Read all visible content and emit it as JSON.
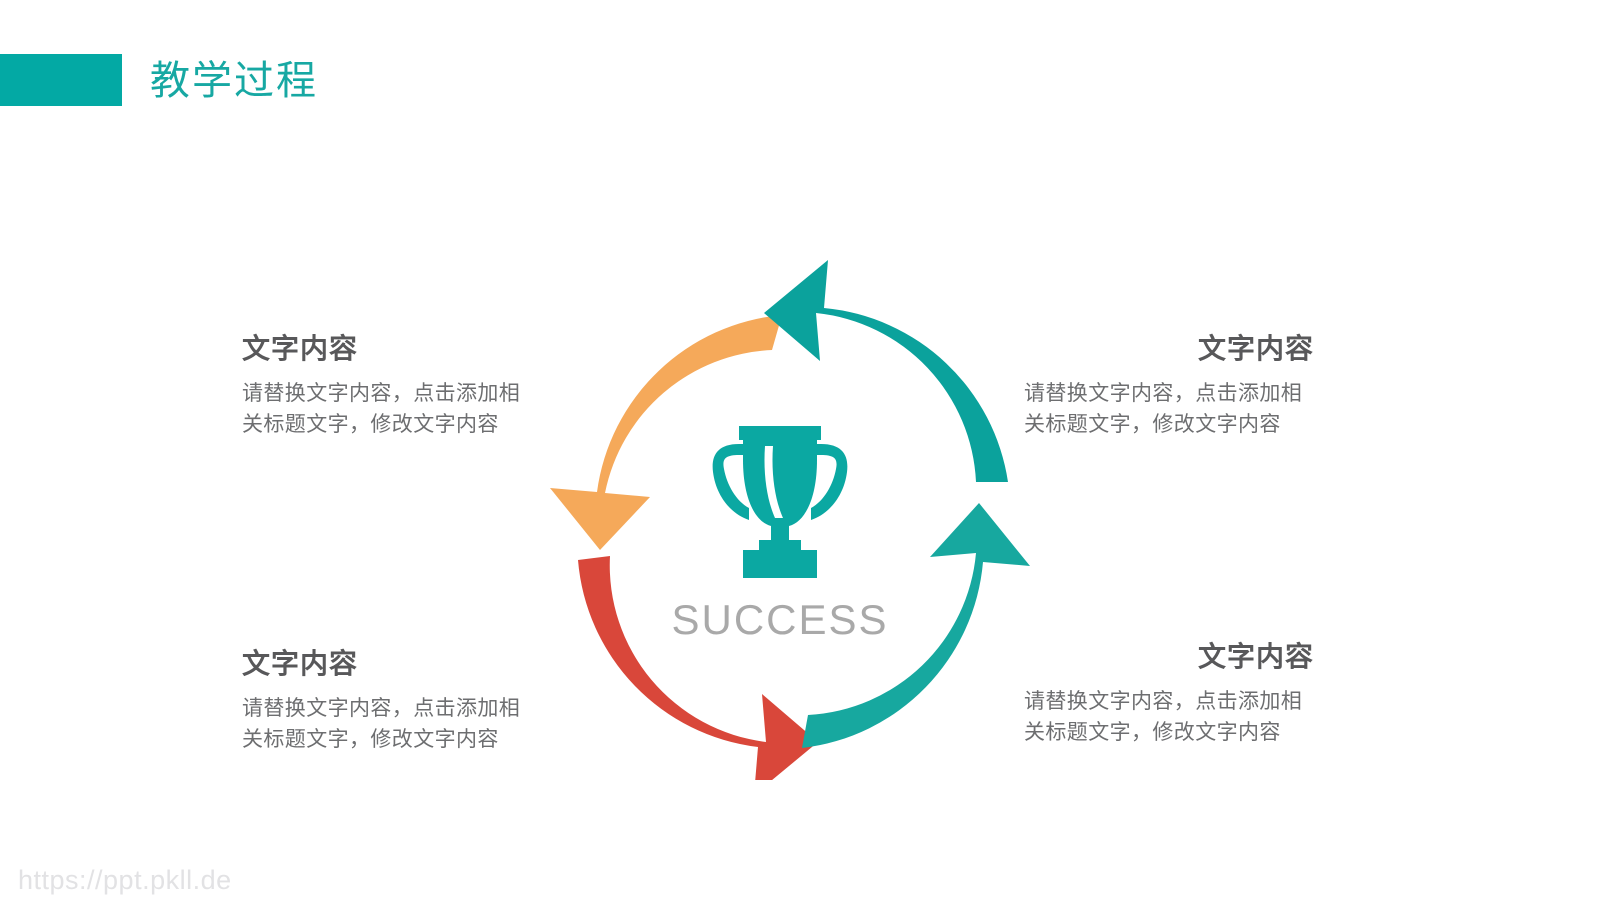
{
  "header": {
    "title": "教学过程",
    "accent_color": "#03a9a4"
  },
  "diagram": {
    "type": "cycle",
    "center_icon": "trophy-icon",
    "center_label": "SUCCESS",
    "center_label_color": "#a9a9a9",
    "trophy_color": "#0ba8a2",
    "arrows": [
      {
        "name": "arrow-top-left",
        "color": "#f4a košice"
      },
      {
        "name": "arrow-bottom-left",
        "color": "#d9473a"
      },
      {
        "name": "arrow-bottom-right",
        "color": "#17a89f"
      },
      {
        "name": "arrow-top-right",
        "color": "#0ba29c"
      }
    ],
    "arrow_colors": {
      "orange": "#f5a95a",
      "red": "#d9473a",
      "teal_bottom": "#17a89f",
      "teal_top": "#0ba29c"
    }
  },
  "blocks": {
    "top_left": {
      "heading": "文字内容",
      "body": "请替换文字内容，点击添加相关标题文字，修改文字内容"
    },
    "top_right": {
      "heading": "文字内容",
      "body": "请替换文字内容，点击添加相关标题文字，修改文字内容"
    },
    "bottom_left": {
      "heading": "文字内容",
      "body": "请替换文字内容，点击添加相关标题文字，修改文字内容"
    },
    "bottom_right": {
      "heading": "文字内容",
      "body": "请替换文字内容，点击添加相关标题文字，修改文字内容"
    }
  },
  "watermark": {
    "text": "https://ppt.pkll.de"
  }
}
